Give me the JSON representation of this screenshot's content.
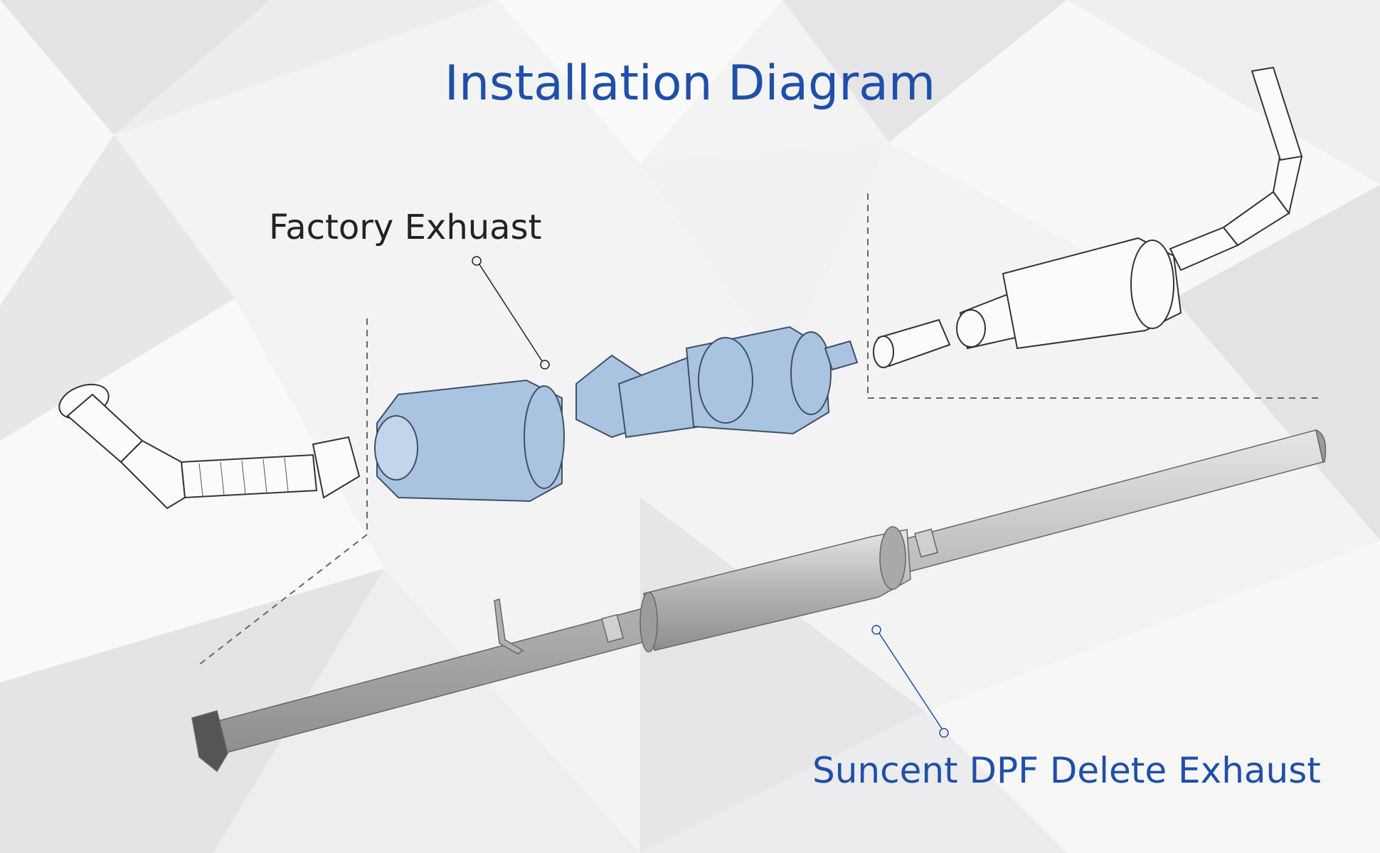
{
  "title": "Installation Diagram",
  "labels": {
    "factory": "Factory Exhuast",
    "delete_kit": "Suncent DPF Delete Exhaust"
  },
  "colors": {
    "title": "#1f4fa8",
    "highlight_parts": "#a9c3e0",
    "outline": "#444444",
    "pipe": "#b8b8b8"
  }
}
